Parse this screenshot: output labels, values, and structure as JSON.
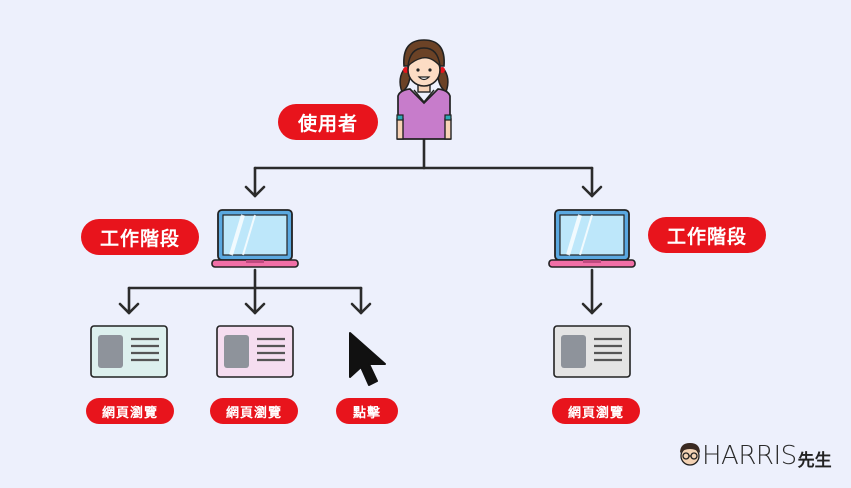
{
  "labels": {
    "user": "使用者",
    "session_left": "工作階段",
    "session_right": "工作階段",
    "page_view_1": "網頁瀏覽",
    "page_view_2": "網頁瀏覽",
    "click": "點擊",
    "page_view_3": "網頁瀏覽"
  },
  "logo": {
    "word": "HARRIS",
    "suffix": "先生"
  },
  "colors": {
    "background": "#EDF0FC",
    "pill": "#E8141C",
    "connector": "#2B2B2B",
    "laptop_screen": "#7FD0F5",
    "laptop_base": "#F06FA6",
    "card_1": "#DDF0EE",
    "card_2": "#F5DDF0",
    "card_3": "#E4E4E4",
    "shirt": "#C77CCB",
    "hair": "#6B4226"
  },
  "icons": [
    "user-icon",
    "laptop-icon",
    "webpage-card-icon",
    "mouse-cursor-icon",
    "logo-face-icon"
  ]
}
